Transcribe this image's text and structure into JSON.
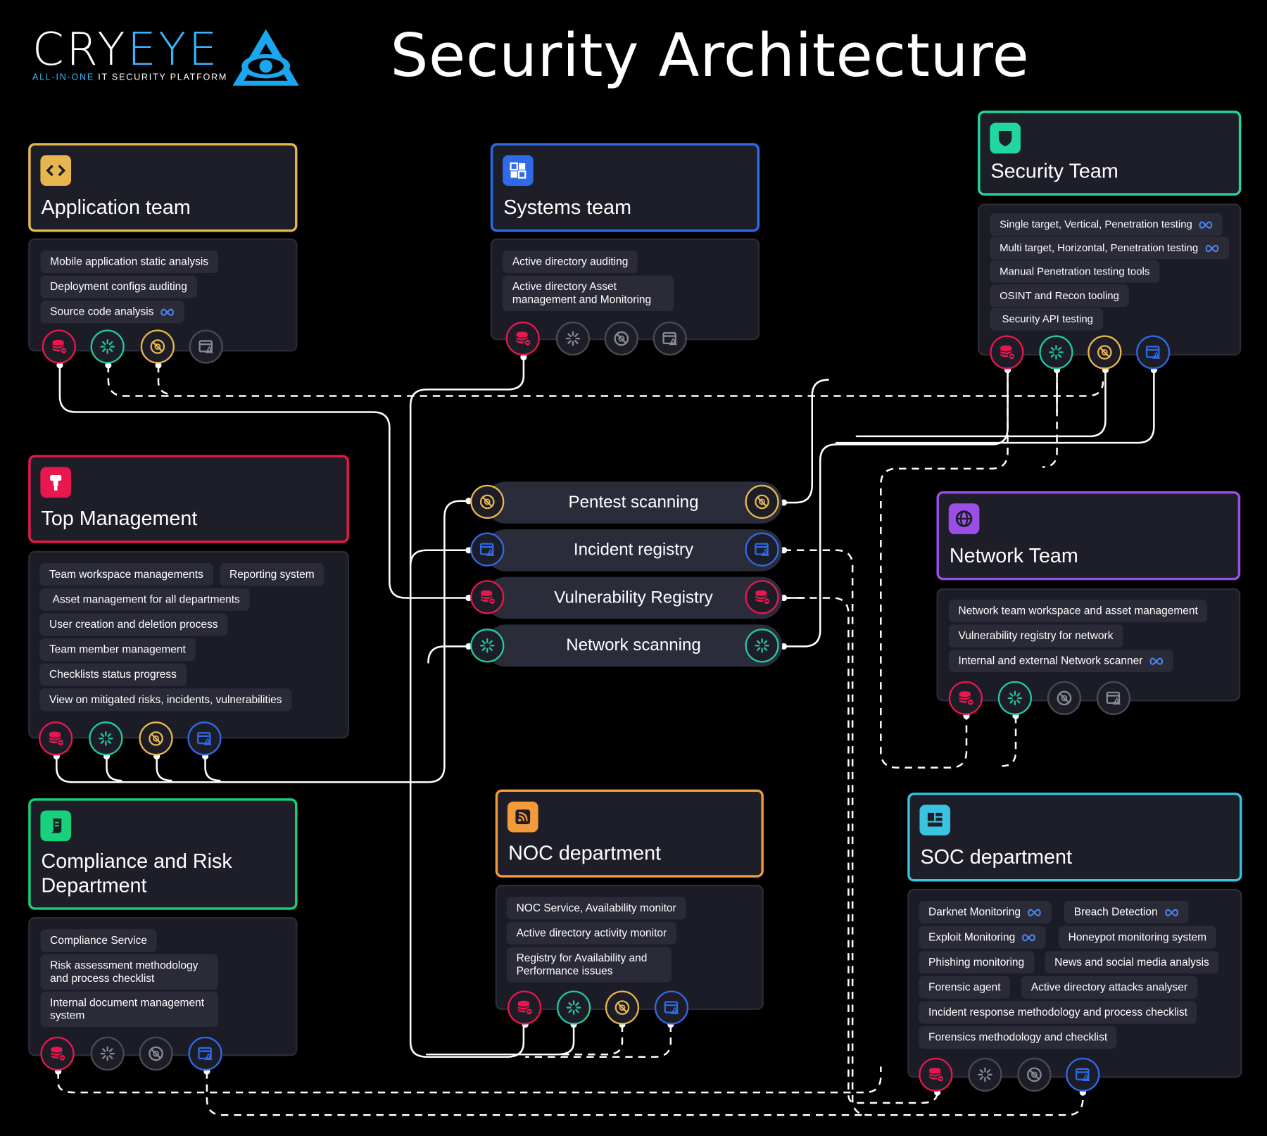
{
  "logo": {
    "part1": "CRY",
    "part2": "EYE",
    "sub1": "ALL-IN-ONE",
    "sub2": "IT SECURITY PLATFORM"
  },
  "title": "Security Architecture",
  "colors": {
    "db": "#e8174e",
    "net": "#21c9a2",
    "pen": "#e7b64e",
    "inc": "#2f6ae8",
    "off": "#4a4a52"
  },
  "services": [
    {
      "label": "Pentest scanning",
      "icon": "pen"
    },
    {
      "label": "Incident registry",
      "icon": "inc"
    },
    {
      "label": "Vulnerability Registry",
      "icon": "db"
    },
    {
      "label": "Network scanning",
      "icon": "net"
    }
  ],
  "teams": {
    "application": {
      "name": "Application team",
      "color": "#e7b64e",
      "icon": "code-icon",
      "features": [
        "Mobile application static analysis",
        "Deployment configs auditing",
        "Source code analysis"
      ]
    },
    "systems": {
      "name": "Systems team",
      "color": "#2f6ae8",
      "icon": "puzzle-icon",
      "features": [
        "Active directory auditing",
        "Active directory Asset management and Monitoring"
      ]
    },
    "security": {
      "name": "Security Team",
      "color": "#21d6a0",
      "icon": "shield-icon",
      "features": [
        "Single target, Vertical, Penetration testing",
        "Multi target, Horizontal, Penetration testing",
        "Manual Penetration testing tools",
        "OSINT and Recon tooling",
        "Security API testing"
      ]
    },
    "top": {
      "name": "Top Management",
      "color": "#e8174e",
      "icon": "gavel-icon",
      "features": [
        "Team workspace managements",
        "Reporting system",
        "Asset management for all departments",
        "User creation and deletion process",
        "Team member management",
        "Checklists status progress",
        "View on mitigated risks, incidents, vulnerabilities"
      ]
    },
    "network": {
      "name": "Network Team",
      "color": "#9b4fe6",
      "icon": "globe-icon",
      "features": [
        "Network team workspace and asset management",
        "Vulnerability registry for network",
        "Internal and external Network scanner"
      ]
    },
    "compliance": {
      "name": "Compliance and Risk Department",
      "color": "#16d27a",
      "icon": "scroll-icon",
      "features": [
        "Compliance Service",
        "Risk assessment methodology and process checklist",
        "Internal document management system"
      ]
    },
    "noc": {
      "name": "NOC department",
      "color": "#f39a3a",
      "icon": "rss-icon",
      "features": [
        "NOC Service, Availability monitor",
        "Active directory activity monitor",
        "Registry for Availability and Performance issues"
      ]
    },
    "soc": {
      "name": "SOC department",
      "color": "#39c3e0",
      "icon": "dashboard-icon",
      "features": [
        "Darknet Monitoring",
        "Breach Detection",
        "Exploit Monitoring",
        "Honeypot monitoring system",
        "Phishing monitoring",
        "News and social media analysis",
        "Forensic agent",
        "Active directory attacks analyser",
        "Incident response methodology and process checklist",
        "Forensics methodology and checklist"
      ]
    }
  }
}
